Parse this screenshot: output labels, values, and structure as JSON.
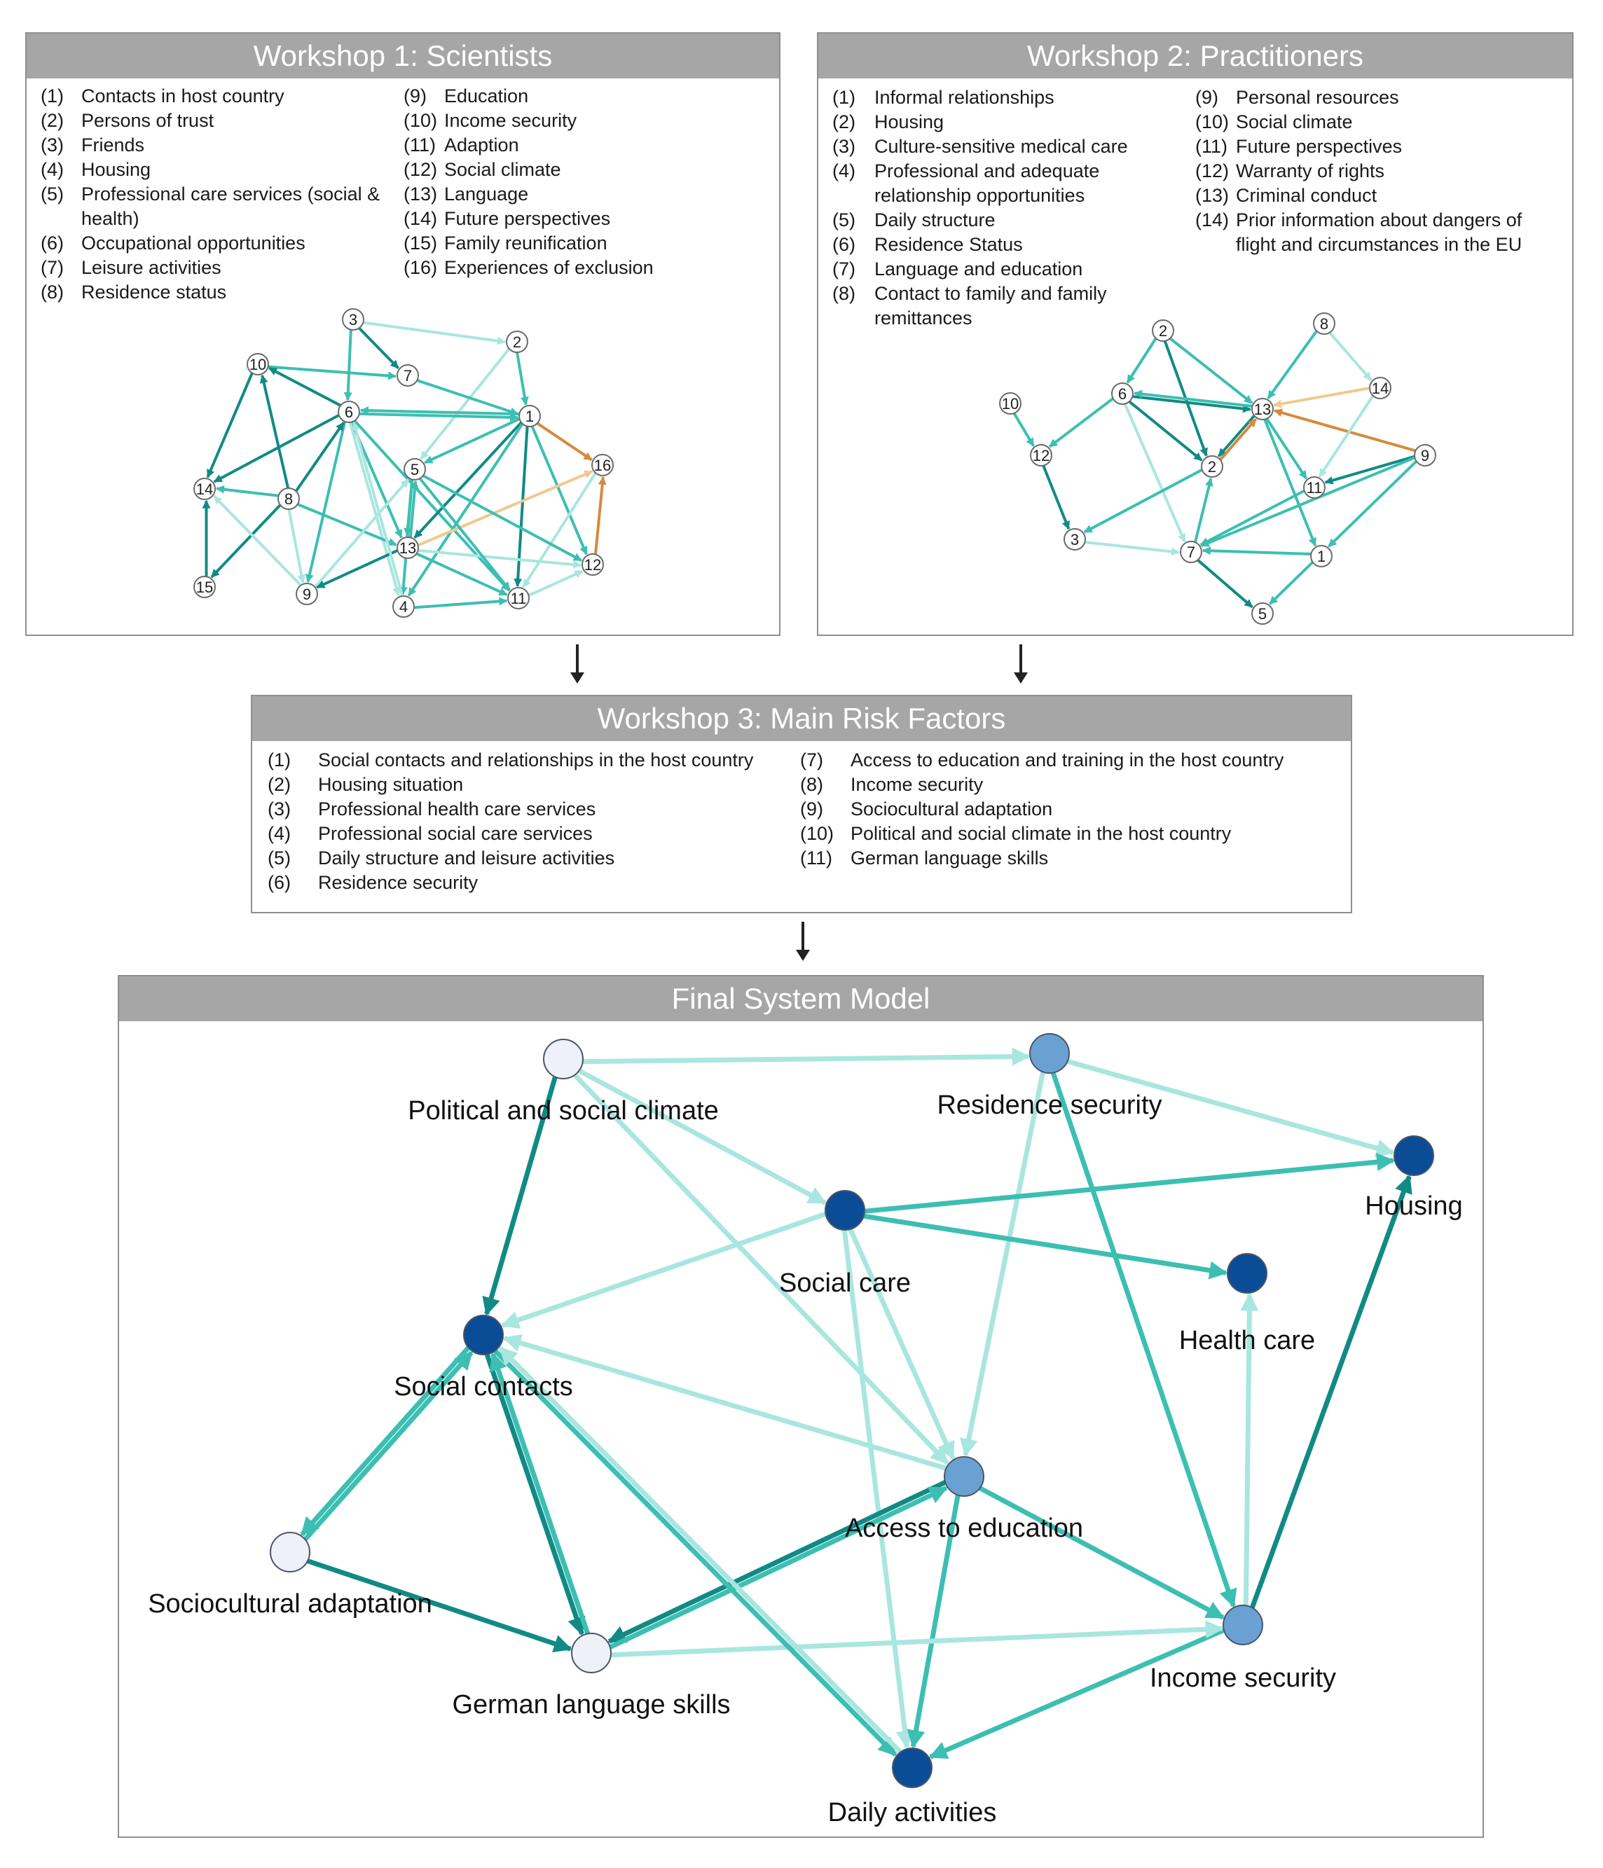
{
  "palette": {
    "dark": "#118a86",
    "mid": "#3cbfb2",
    "light": "#a9e6df",
    "orange": "#d68a3b",
    "orange_light": "#f0c98e",
    "node_dark": "#0b4c96",
    "node_mid": "#6aa1d3",
    "node_light": "#eef1f8",
    "header_bg": "#a6a6a6"
  },
  "workshop1": {
    "title": "Workshop 1: Scientists",
    "legend": [
      {
        "num": "(1)",
        "label": "Contacts in host country"
      },
      {
        "num": "(2)",
        "label": "Persons of trust"
      },
      {
        "num": "(3)",
        "label": "Friends"
      },
      {
        "num": "(4)",
        "label": "Housing"
      },
      {
        "num": "(5)",
        "label": "Professional care services (social & health)"
      },
      {
        "num": "(6)",
        "label": "Occupational opportunities"
      },
      {
        "num": "(7)",
        "label": "Leisure activities"
      },
      {
        "num": "(8)",
        "label": "Residence status"
      },
      {
        "num": "(9)",
        "label": "Education"
      },
      {
        "num": "(10)",
        "label": "Income security"
      },
      {
        "num": "(11)",
        "label": "Adaption"
      },
      {
        "num": "(12)",
        "label": "Social climate"
      },
      {
        "num": "(13)",
        "label": "Language"
      },
      {
        "num": "(14)",
        "label": "Future perspectives"
      },
      {
        "num": "(15)",
        "label": "Family reunification"
      },
      {
        "num": "(16)",
        "label": "Experiences of exclusion"
      }
    ],
    "network": {
      "nodes": [
        {
          "id": "1"
        },
        {
          "id": "2"
        },
        {
          "id": "3"
        },
        {
          "id": "4"
        },
        {
          "id": "5"
        },
        {
          "id": "6"
        },
        {
          "id": "7"
        },
        {
          "id": "8"
        },
        {
          "id": "9"
        },
        {
          "id": "10"
        },
        {
          "id": "11"
        },
        {
          "id": "12"
        },
        {
          "id": "13"
        },
        {
          "id": "14"
        },
        {
          "id": "15"
        },
        {
          "id": "16"
        }
      ],
      "edges": [
        {
          "from": "3",
          "to": "2",
          "color": "light"
        },
        {
          "from": "3",
          "to": "7",
          "color": "dark"
        },
        {
          "from": "3",
          "to": "6",
          "color": "mid"
        },
        {
          "from": "2",
          "to": "1",
          "color": "mid"
        },
        {
          "from": "2",
          "to": "5",
          "color": "light"
        },
        {
          "from": "10",
          "to": "7",
          "color": "mid"
        },
        {
          "from": "10",
          "to": "14",
          "color": "dark"
        },
        {
          "from": "7",
          "to": "1",
          "color": "mid"
        },
        {
          "from": "6",
          "to": "1",
          "color": "mid"
        },
        {
          "from": "1",
          "to": "6",
          "color": "mid"
        },
        {
          "from": "6",
          "to": "10",
          "color": "dark"
        },
        {
          "from": "6",
          "to": "14",
          "color": "dark"
        },
        {
          "from": "6",
          "to": "13",
          "color": "mid"
        },
        {
          "from": "6",
          "to": "9",
          "color": "mid"
        },
        {
          "from": "6",
          "to": "11",
          "color": "mid"
        },
        {
          "from": "6",
          "to": "4",
          "color": "light"
        },
        {
          "from": "1",
          "to": "5",
          "color": "mid"
        },
        {
          "from": "1",
          "to": "13",
          "color": "dark"
        },
        {
          "from": "1",
          "to": "11",
          "color": "dark"
        },
        {
          "from": "1",
          "to": "12",
          "color": "mid"
        },
        {
          "from": "1",
          "to": "4",
          "color": "mid"
        },
        {
          "from": "1",
          "to": "16",
          "color": "orange"
        },
        {
          "from": "13",
          "to": "16",
          "color": "orange_light"
        },
        {
          "from": "12",
          "to": "16",
          "color": "orange"
        },
        {
          "from": "16",
          "to": "11",
          "color": "light"
        },
        {
          "from": "8",
          "to": "14",
          "color": "mid"
        },
        {
          "from": "8",
          "to": "6",
          "color": "dark"
        },
        {
          "from": "8",
          "to": "10",
          "color": "dark"
        },
        {
          "from": "8",
          "to": "15",
          "color": "dark"
        },
        {
          "from": "8",
          "to": "13",
          "color": "mid"
        },
        {
          "from": "8",
          "to": "9",
          "color": "light"
        },
        {
          "from": "15",
          "to": "14",
          "color": "dark"
        },
        {
          "from": "9",
          "to": "14",
          "color": "light"
        },
        {
          "from": "9",
          "to": "5",
          "color": "light"
        },
        {
          "from": "13",
          "to": "9",
          "color": "dark"
        },
        {
          "from": "13",
          "to": "5",
          "color": "mid"
        },
        {
          "from": "5",
          "to": "13",
          "color": "mid"
        },
        {
          "from": "13",
          "to": "11",
          "color": "mid"
        },
        {
          "from": "13",
          "to": "12",
          "color": "light"
        },
        {
          "from": "5",
          "to": "11",
          "color": "mid"
        },
        {
          "from": "5",
          "to": "12",
          "color": "mid"
        },
        {
          "from": "5",
          "to": "4",
          "color": "mid"
        },
        {
          "from": "4",
          "to": "11",
          "color": "mid"
        },
        {
          "from": "11",
          "to": "12",
          "color": "light"
        },
        {
          "from": "4",
          "to": "6",
          "color": "light"
        }
      ]
    }
  },
  "workshop2": {
    "title": "Workshop 2: Practitioners",
    "legend": [
      {
        "num": "(1)",
        "label": "Informal relationships"
      },
      {
        "num": "(2)",
        "label": "Housing"
      },
      {
        "num": "(3)",
        "label": "Culture-sensitive medical care"
      },
      {
        "num": "(4)",
        "label": "Professional and adequate relationship opportunities"
      },
      {
        "num": "(5)",
        "label": "Daily structure"
      },
      {
        "num": "(6)",
        "label": "Residence Status"
      },
      {
        "num": "(7)",
        "label": "Language and education"
      },
      {
        "num": "(8)",
        "label": "Contact to family and family remittances"
      },
      {
        "num": "(9)",
        "label": "Personal resources"
      },
      {
        "num": "(10)",
        "label": "Social climate"
      },
      {
        "num": "(11)",
        "label": "Future perspectives"
      },
      {
        "num": "(12)",
        "label": "Warranty of rights"
      },
      {
        "num": "(13)",
        "label": "Criminal conduct"
      },
      {
        "num": "(14)",
        "label": "Prior information about dangers of flight and circumstances in the EU"
      }
    ],
    "network": {
      "nodes": [
        {
          "id": "1"
        },
        {
          "id": "2"
        },
        {
          "id": "3"
        },
        {
          "id": "5"
        },
        {
          "id": "6"
        },
        {
          "id": "7"
        },
        {
          "id": "8"
        },
        {
          "id": "9"
        },
        {
          "id": "10"
        },
        {
          "id": "11"
        },
        {
          "id": "12"
        },
        {
          "id": "13"
        },
        {
          "id": "14"
        },
        {
          "id": "2b",
          "label": "2"
        }
      ],
      "edges": [
        {
          "from": "2",
          "to": "6",
          "color": "mid"
        },
        {
          "from": "2",
          "to": "13",
          "color": "mid"
        },
        {
          "from": "2",
          "to": "2b",
          "color": "dark"
        },
        {
          "from": "8",
          "to": "13",
          "color": "mid"
        },
        {
          "from": "8",
          "to": "14",
          "color": "light"
        },
        {
          "from": "10",
          "to": "12",
          "color": "mid"
        },
        {
          "from": "6",
          "to": "12",
          "color": "mid"
        },
        {
          "from": "6",
          "to": "13",
          "color": "dark"
        },
        {
          "from": "13",
          "to": "6",
          "color": "mid"
        },
        {
          "from": "6",
          "to": "2b",
          "color": "dark"
        },
        {
          "from": "6",
          "to": "7",
          "color": "light"
        },
        {
          "from": "12",
          "to": "3",
          "color": "dark"
        },
        {
          "from": "13",
          "to": "2b",
          "color": "dark"
        },
        {
          "from": "14",
          "to": "13",
          "color": "orange_light"
        },
        {
          "from": "9",
          "to": "13",
          "color": "orange"
        },
        {
          "from": "2b",
          "to": "13",
          "color": "orange"
        },
        {
          "from": "13",
          "to": "1",
          "color": "mid"
        },
        {
          "from": "13",
          "to": "11",
          "color": "mid"
        },
        {
          "from": "9",
          "to": "11",
          "color": "dark"
        },
        {
          "from": "14",
          "to": "11",
          "color": "light"
        },
        {
          "from": "9",
          "to": "7",
          "color": "mid"
        },
        {
          "from": "9",
          "to": "1",
          "color": "mid"
        },
        {
          "from": "11",
          "to": "7",
          "color": "mid"
        },
        {
          "from": "2b",
          "to": "3",
          "color": "mid"
        },
        {
          "from": "3",
          "to": "7",
          "color": "light"
        },
        {
          "from": "7",
          "to": "2b",
          "color": "mid"
        },
        {
          "from": "1",
          "to": "7",
          "color": "mid"
        },
        {
          "from": "7",
          "to": "5",
          "color": "dark"
        },
        {
          "from": "1",
          "to": "5",
          "color": "mid"
        }
      ]
    }
  },
  "workshop3": {
    "title": "Workshop 3: Main Risk Factors",
    "legend": [
      {
        "num": "(1)",
        "label": "Social contacts and relationships in the host country"
      },
      {
        "num": "(2)",
        "label": "Housing situation"
      },
      {
        "num": "(3)",
        "label": "Professional health care services"
      },
      {
        "num": "(4)",
        "label": "Professional social care services"
      },
      {
        "num": "(5)",
        "label": "Daily structure and leisure activities"
      },
      {
        "num": "(6)",
        "label": "Residence security"
      },
      {
        "num": "(7)",
        "label": "Access to education and training in the host country"
      },
      {
        "num": "(8)",
        "label": "Income security"
      },
      {
        "num": "(9)",
        "label": "Sociocultural adaptation"
      },
      {
        "num": "(10)",
        "label": "Political and social climate in the host country"
      },
      {
        "num": "(11)",
        "label": "German language skills"
      }
    ]
  },
  "final_model": {
    "title": "Final System Model",
    "nodes": [
      {
        "id": "climate",
        "label": "Political and social climate",
        "tone": "node_light"
      },
      {
        "id": "residence",
        "label": "Residence security",
        "tone": "node_mid"
      },
      {
        "id": "housing",
        "label": "Housing",
        "tone": "node_dark"
      },
      {
        "id": "socialcare",
        "label": "Social care",
        "tone": "node_dark"
      },
      {
        "id": "healthcare",
        "label": "Health care",
        "tone": "node_dark"
      },
      {
        "id": "contacts",
        "label": "Social contacts",
        "tone": "node_dark"
      },
      {
        "id": "education",
        "label": "Access to education",
        "tone": "node_mid"
      },
      {
        "id": "sociocultural",
        "label": "Sociocultural adaptation",
        "tone": "node_light"
      },
      {
        "id": "language",
        "label": "German language skills",
        "tone": "node_light"
      },
      {
        "id": "income",
        "label": "Income security",
        "tone": "node_mid"
      },
      {
        "id": "daily",
        "label": "Daily activities",
        "tone": "node_dark"
      }
    ],
    "edges": [
      {
        "from": "climate",
        "to": "residence",
        "color": "light"
      },
      {
        "from": "climate",
        "to": "contacts",
        "color": "dark"
      },
      {
        "from": "climate",
        "to": "socialcare",
        "color": "light"
      },
      {
        "from": "climate",
        "to": "education",
        "color": "light"
      },
      {
        "from": "residence",
        "to": "housing",
        "color": "light"
      },
      {
        "from": "residence",
        "to": "education",
        "color": "light"
      },
      {
        "from": "residence",
        "to": "income",
        "color": "mid"
      },
      {
        "from": "socialcare",
        "to": "housing",
        "color": "mid"
      },
      {
        "from": "socialcare",
        "to": "healthcare",
        "color": "mid"
      },
      {
        "from": "socialcare",
        "to": "contacts",
        "color": "light"
      },
      {
        "from": "socialcare",
        "to": "education",
        "color": "light"
      },
      {
        "from": "socialcare",
        "to": "daily",
        "color": "light"
      },
      {
        "from": "income",
        "to": "housing",
        "color": "dark"
      },
      {
        "from": "income",
        "to": "healthcare",
        "color": "light"
      },
      {
        "from": "income",
        "to": "daily",
        "color": "mid"
      },
      {
        "from": "education",
        "to": "contacts",
        "color": "light"
      },
      {
        "from": "education",
        "to": "income",
        "color": "mid"
      },
      {
        "from": "education",
        "to": "language",
        "color": "dark"
      },
      {
        "from": "language",
        "to": "education",
        "color": "mid"
      },
      {
        "from": "education",
        "to": "daily",
        "color": "mid"
      },
      {
        "from": "contacts",
        "to": "sociocultural",
        "color": "mid"
      },
      {
        "from": "sociocultural",
        "to": "contacts",
        "color": "mid"
      },
      {
        "from": "contacts",
        "to": "language",
        "color": "dark"
      },
      {
        "from": "language",
        "to": "contacts",
        "color": "mid"
      },
      {
        "from": "sociocultural",
        "to": "language",
        "color": "dark"
      },
      {
        "from": "language",
        "to": "income",
        "color": "light"
      },
      {
        "from": "contacts",
        "to": "daily",
        "color": "mid"
      },
      {
        "from": "daily",
        "to": "contacts",
        "color": "light"
      }
    ]
  }
}
